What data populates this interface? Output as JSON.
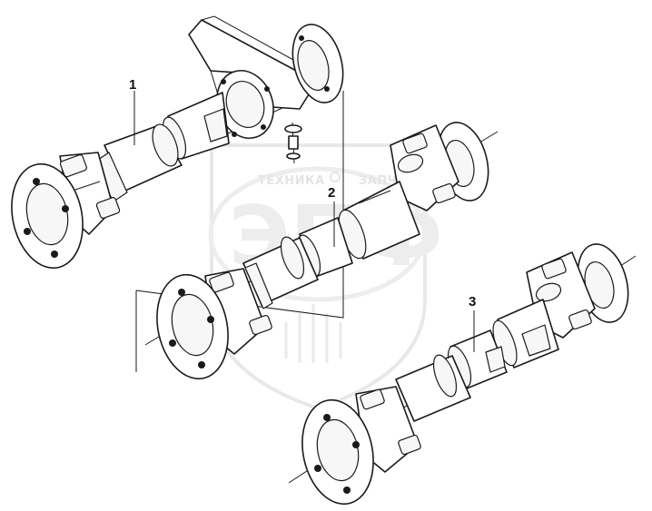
{
  "watermark": {
    "left_word": "ТЕХНИКА",
    "right_word": "ЗАПЧАСТИ",
    "logo_letters": "ЭПФ"
  },
  "callouts": [
    {
      "id": "1",
      "label": "1"
    },
    {
      "id": "2",
      "label": "2"
    },
    {
      "id": "3",
      "label": "3"
    }
  ],
  "colors": {
    "line": "#1a1a1a",
    "watermark": "#e2e2e2",
    "background": "#ffffff"
  }
}
